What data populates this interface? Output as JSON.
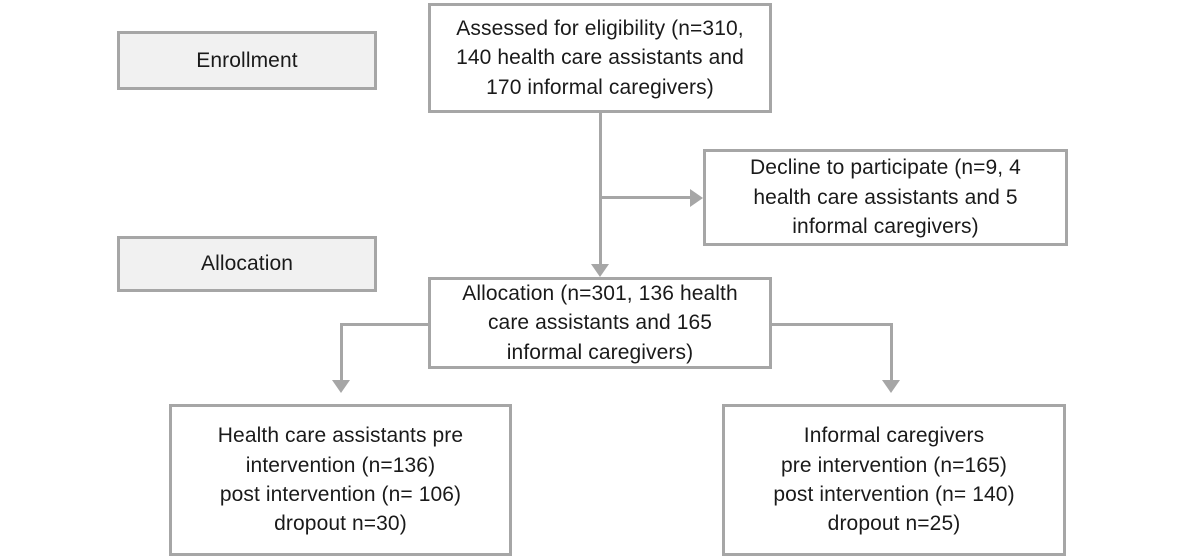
{
  "diagram": {
    "title": "CONSORT-style participant flow diagram",
    "colors": {
      "border": "#a6a6a6",
      "phase_fill": "#f1f1f1",
      "node_fill": "#ffffff",
      "text": "#1a1a1a",
      "background": "#ffffff"
    },
    "phases": [
      {
        "id": "enrollment",
        "label": "Enrollment"
      },
      {
        "id": "allocation",
        "label": "Allocation"
      }
    ],
    "nodes": [
      {
        "id": "assessed",
        "text": "Assessed for eligibility (n=310,\n140 health care assistants and\n170 informal caregivers)",
        "counts": {
          "total": 310,
          "health_care_assistants": 140,
          "informal_caregivers": 170
        }
      },
      {
        "id": "declined",
        "text": "Decline to participate (n=9, 4\nhealth care assistants and 5\ninformal caregivers)",
        "counts": {
          "total": 9,
          "health_care_assistants": 4,
          "informal_caregivers": 5
        }
      },
      {
        "id": "allocation",
        "text": "Allocation (n=301, 136 health\ncare assistants and 165\ninformal caregivers)",
        "counts": {
          "total": 301,
          "health_care_assistants": 136,
          "informal_caregivers": 165
        }
      },
      {
        "id": "hca-arm",
        "text": "Health care assistants pre\nintervention (n=136)\npost intervention (n= 106)\ndropout n=30)",
        "counts": {
          "pre": 136,
          "post": 106,
          "dropout": 30
        }
      },
      {
        "id": "informal-arm",
        "text": "Informal caregivers\npre intervention (n=165)\npost intervention (n= 140)\ndropout n=25)",
        "counts": {
          "pre": 165,
          "post": 140,
          "dropout": 25
        }
      }
    ],
    "connectors": [
      {
        "id": "assessed-to-allocation",
        "from": "assessed",
        "to": "allocation",
        "arrow": "down"
      },
      {
        "id": "assessed-to-declined",
        "from": "assessed",
        "to": "declined",
        "arrow": "right"
      },
      {
        "id": "allocation-to-hca",
        "from": "allocation",
        "to": "hca-arm",
        "arrow": "down"
      },
      {
        "id": "allocation-to-informal",
        "from": "allocation",
        "to": "informal-arm",
        "arrow": "down"
      }
    ]
  }
}
